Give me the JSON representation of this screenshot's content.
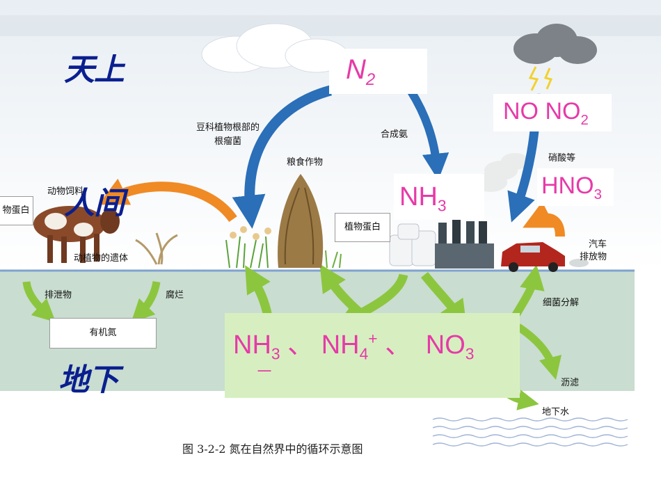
{
  "regions": {
    "sky": "天上",
    "human": "人间",
    "underground": "地下"
  },
  "formulas": {
    "n2": {
      "base": "N",
      "sub": "2"
    },
    "no_no2": {
      "a": "NO",
      "b": "NO",
      "b_sub": "2"
    },
    "hno3": {
      "base": "HNO",
      "sub": "3"
    },
    "nh3": {
      "base": "NH",
      "sub": "3"
    },
    "soil": {
      "nh3": "NH",
      "nh3_sub": "3",
      "sep1": "、",
      "nh4": "NH",
      "nh4_sub": "4",
      "nh4_sup": "+",
      "sep2": "、",
      "no3": "NO",
      "no3_sub": "3",
      "no3_sup": "－"
    }
  },
  "labels": {
    "legume": "豆科植物根部的",
    "nodule": "根瘤菌",
    "grain": "粮食作物",
    "ammonia_synth": "合成氨",
    "nitric_acid": "硝酸等",
    "animal_feed": "动物饲料",
    "animal_protein": "物蛋白",
    "plant_protein": "植物蛋白",
    "remains": "动植物的遗体",
    "excretion": "排泄物",
    "decay": "腐烂",
    "organic_n": "有机氮",
    "car": "汽车",
    "emission": "排放物",
    "bacteria": "细菌分解",
    "leach": "沥滤",
    "groundwater": "地下水"
  },
  "caption": "图 3-2-2   氮在自然界中的循环示意图",
  "colors": {
    "blue_arrow": "#2a6fb8",
    "orange_arrow": "#f08a24",
    "green_arrow": "#8cc63f",
    "pink_text": "#e63aa8",
    "region_text": "#0a1f8f",
    "soil": "#c9ddd0",
    "ground_line": "#7fa2cf"
  }
}
